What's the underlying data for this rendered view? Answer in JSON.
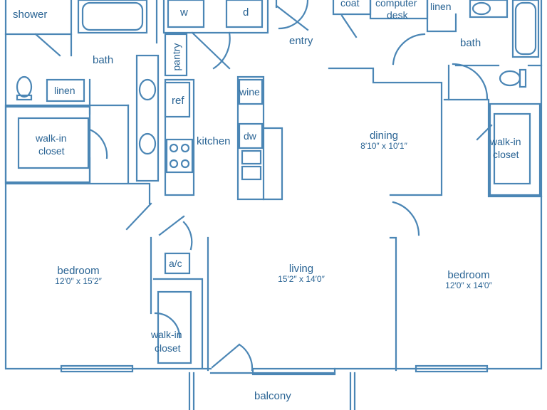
{
  "colors": {
    "wall": "#4b86b5",
    "text": "#2a6494",
    "background": "#ffffff"
  },
  "rooms": {
    "shower": "shower",
    "bath_left": "bath",
    "linen_left": "linen",
    "walkin_closet_left_1": "walk-in",
    "walkin_closet_left_2": "closet",
    "washer": "w",
    "dryer": "d",
    "pantry": "pantry",
    "ref": "ref",
    "kitchen": "kitchen",
    "wine": "wine",
    "dw": "dw",
    "entry": "entry",
    "coat": "coat",
    "computer_desk_1": "computer",
    "computer_desk_2": "desk",
    "linen_right": "linen",
    "bath_right": "bath",
    "dining": "dining",
    "dining_dim": "8′10″ x 10′1″",
    "walkin_closet_right_1": "walk-in",
    "walkin_closet_right_2": "closet",
    "ac": "a/c",
    "bedroom_left": "bedroom",
    "bedroom_left_dim": "12′0″ x 15′2″",
    "living": "living",
    "living_dim": "15′2″ x 14′0″",
    "walkin_closet_center_1": "walk-in",
    "walkin_closet_center_2": "closet",
    "bedroom_right": "bedroom",
    "bedroom_right_dim": "12′0″ x 14′0″",
    "balcony": "balcony"
  }
}
